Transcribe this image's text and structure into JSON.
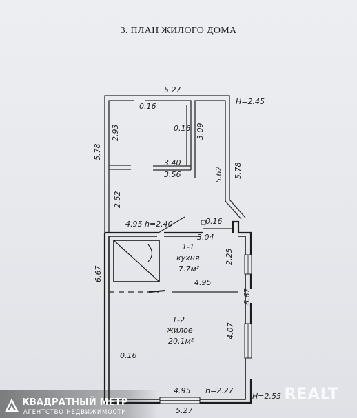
{
  "title": "3. ПЛАН ЖИЛОГО ДОМА",
  "dimensions": {
    "top_width": "5.27",
    "bottom_width": "5.27",
    "roof_height": "H=2.45",
    "upper_left_side": "5.78",
    "upper_right_side": "5.78",
    "small_room_height": "2.93",
    "small_room_width_a": "3.40",
    "small_room_width_b": "3.56",
    "small_room_wall": "0.16",
    "small_room_wall_inner": "0.16",
    "inner_height": "3.09",
    "right_inner": "5.62",
    "left_lower": "2.52",
    "upper_bottom_width": "4.95",
    "upper_bottom_height": "h=2.40",
    "kitchen_wall": "0.16",
    "kitchen_width": "3.04",
    "kitchen_height": "2.25",
    "living_height_left": "6.67",
    "living_height_right": "6.67",
    "partition_width": "4.95",
    "living_depth": "4.07",
    "left_wall": "0.16",
    "bottom_inner_width": "4.95",
    "bottom_height": "h=2.27",
    "main_height": "H=2.55"
  },
  "rooms": {
    "kitchen": {
      "id": "1-1",
      "name": "кухня",
      "area": "7.7м²"
    },
    "living": {
      "id": "1-2",
      "name": "жилое",
      "area": "20.1м²"
    }
  },
  "watermark": {
    "brand": "КВАДРАТНЫЙ МЕТР",
    "tagline": "АГЕНТСТВО НЕДВИЖИМОСТИ",
    "realt": "REALT"
  }
}
